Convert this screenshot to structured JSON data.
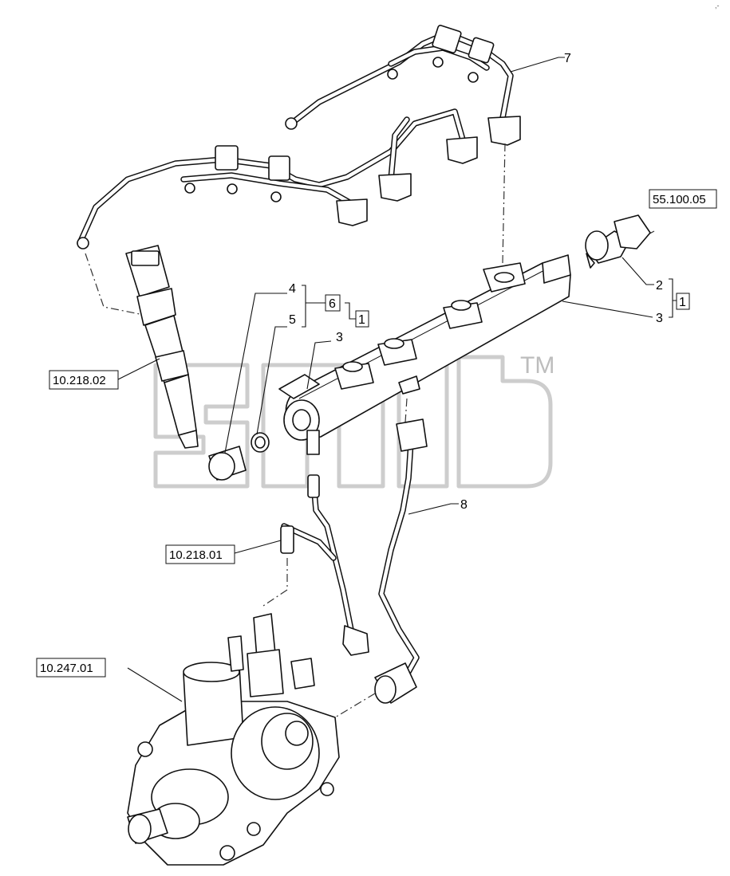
{
  "callouts": {
    "c7": "7",
    "c4": "4",
    "c5": "5",
    "c6": "6",
    "c1a": "1",
    "c3a": "3",
    "c2": "2",
    "c3b": "3",
    "c1b": "1",
    "c8": "8"
  },
  "refs": {
    "r_55_100_05": "55.100.05",
    "r_10_218_02": "10.218.02",
    "r_10_218_01": "10.218.01",
    "r_10_247_01": "10.247.01"
  },
  "watermark": {
    "tm": "TM"
  },
  "icons": [
    "injector-line-harness",
    "fuel-injector",
    "common-rail",
    "pressure-sensor",
    "plug",
    "seal-washer",
    "return-line",
    "high-pressure-pipe",
    "fuel-pump"
  ]
}
